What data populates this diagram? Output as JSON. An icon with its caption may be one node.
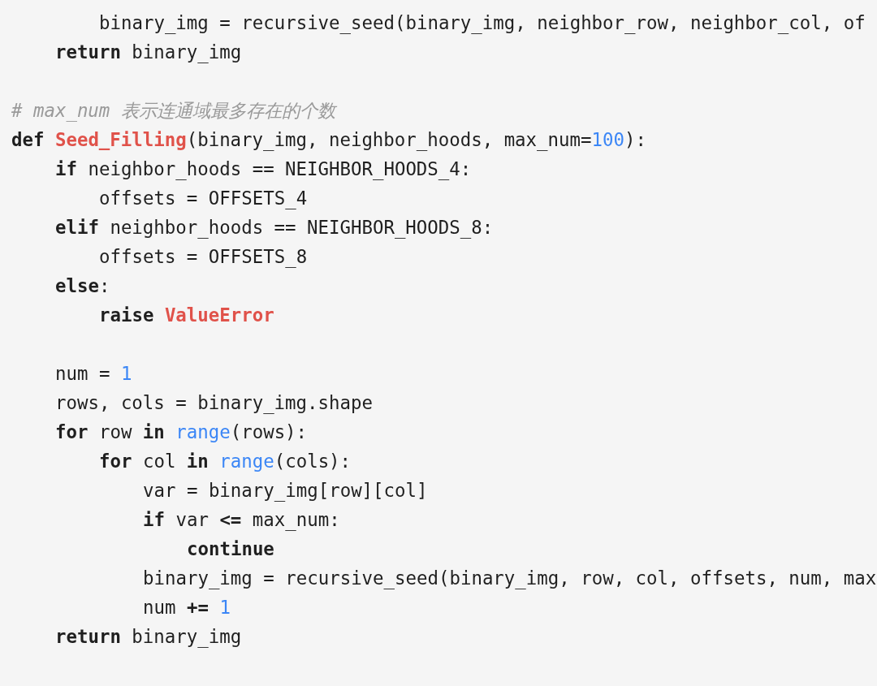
{
  "diagram": {
    "labels": [
      "binary_img = recursive_seed(binary_img, neighbor_row, neighbor_col, of",
      "**return** binary_img",
      "# max_num 表示连通域最多存在的个数",
      "**def** **Seed_Filling**(binary_img, neighbor_hoods, max_num=100):",
      "**if** neighbor_hoods == NEIGHBOR_HOODS_4:",
      "offsets = OFFSETS_4",
      "**elif** neighbor_hoods == NEIGHBOR_HOODS_8:",
      "offsets = OFFSETS_8",
      "**else**:",
      "**raise** **ValueError**",
      "num = 1",
      "rows, cols = binary_img.shape",
      "**for** row **in** range(rows):",
      "**for** col **in** range(cols):",
      "var = binary_img[row][col]",
      "**if** var **<=** max_num:",
      "**continue**",
      "binary_img = recursive_seed(binary_img, row, col, offsets, num, max",
      "num **+=** 1",
      "**return** binary_img"
    ]
  }
}
